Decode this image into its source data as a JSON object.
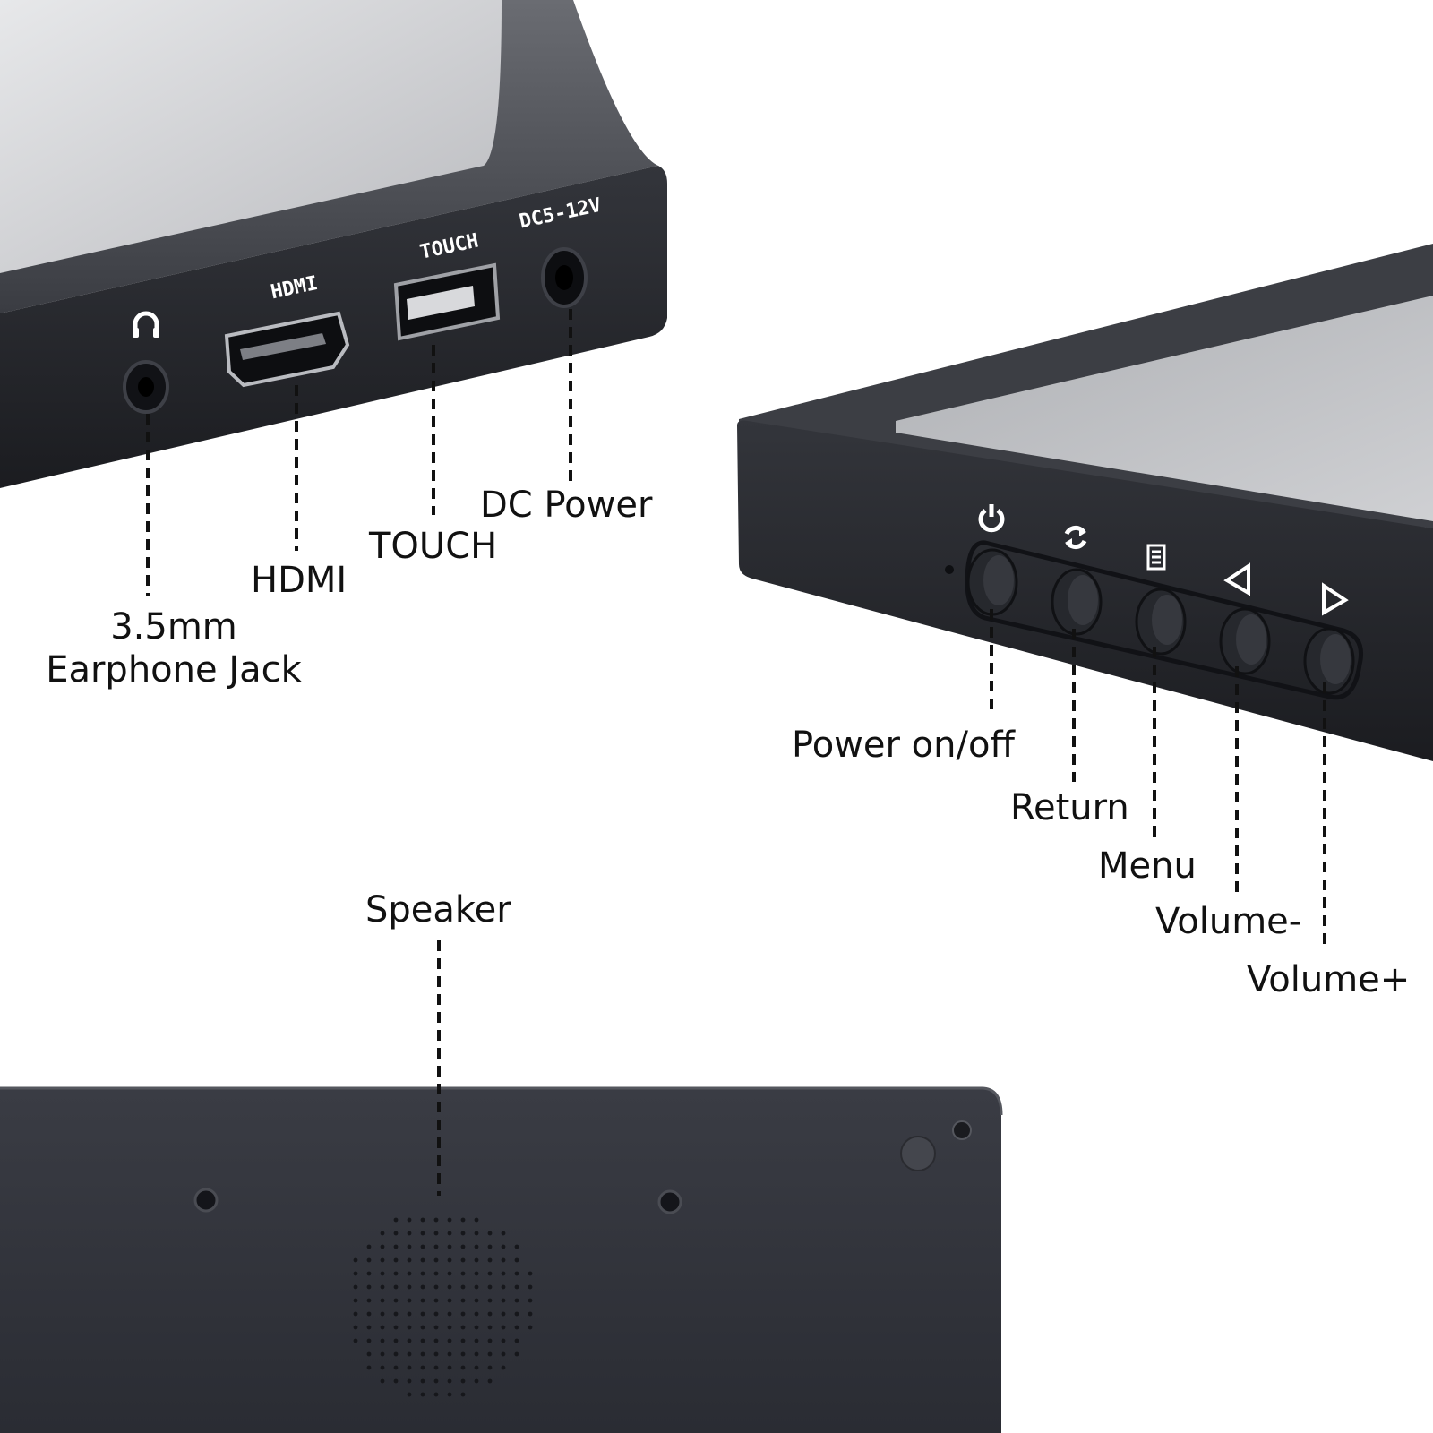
{
  "callouts": {
    "earphone": {
      "line1": "3.5mm",
      "line2": "Earphone Jack"
    },
    "hdmi": "HDMI",
    "touch": "TOUCH",
    "dc_power": "DC Power",
    "power": "Power on/off",
    "return": "Return",
    "menu": "Menu",
    "volume_minus": "Volume-",
    "volume_plus": "Volume+",
    "speaker": "Speaker"
  },
  "device_printing": {
    "hdmi": "HDMI",
    "touch": "TOUCH",
    "dc": "DC5-12V"
  },
  "icons": [
    "headphone-icon",
    "power-icon",
    "return-icon",
    "menu-icon",
    "triangle-left-icon",
    "triangle-right-icon"
  ],
  "colors": {
    "device_body": "#2b2d33",
    "device_edge": "#1c1d22",
    "screen": "#c9cacd",
    "label_text": "#111111",
    "leader_line": "#111111"
  }
}
